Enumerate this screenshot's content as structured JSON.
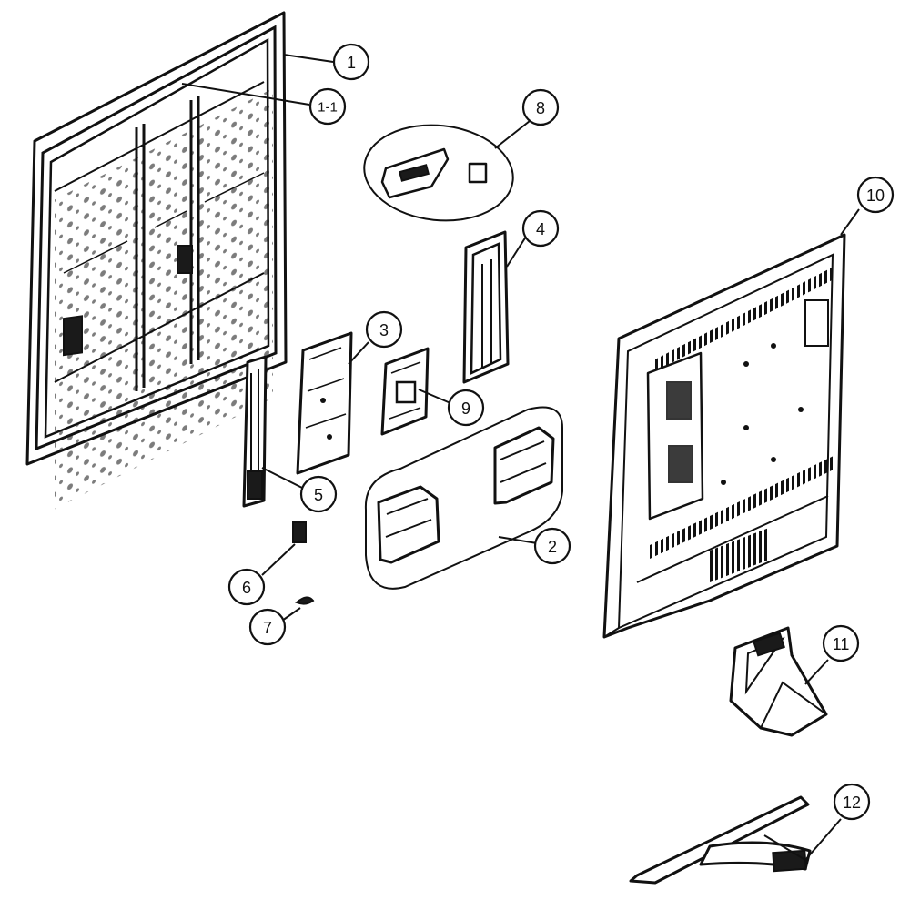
{
  "callouts": [
    {
      "id": "c1",
      "label": "1"
    },
    {
      "id": "c1-1",
      "label": "1-1"
    },
    {
      "id": "c2",
      "label": "2"
    },
    {
      "id": "c3",
      "label": "3"
    },
    {
      "id": "c4",
      "label": "4"
    },
    {
      "id": "c5",
      "label": "5"
    },
    {
      "id": "c6",
      "label": "6"
    },
    {
      "id": "c7",
      "label": "7"
    },
    {
      "id": "c8",
      "label": "8"
    },
    {
      "id": "c9",
      "label": "9"
    },
    {
      "id": "c10",
      "label": "10"
    },
    {
      "id": "c11",
      "label": "11"
    },
    {
      "id": "c12",
      "label": "12"
    }
  ]
}
